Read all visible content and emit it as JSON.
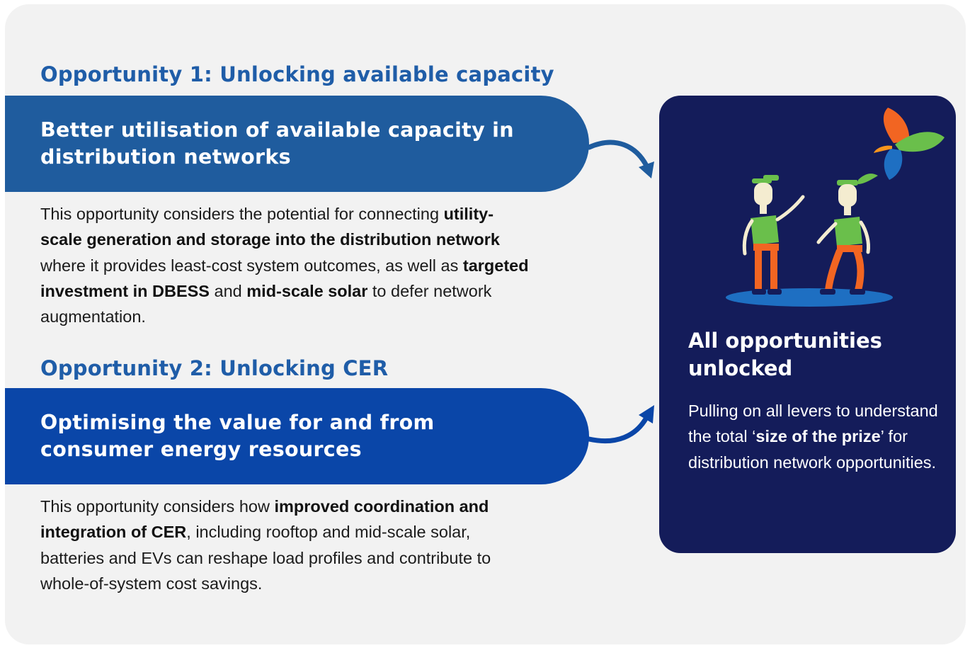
{
  "opportunity_1": {
    "heading": "Opportunity 1: Unlocking available capacity",
    "banner_line1": "Better utilisation of available capacity in",
    "banner_line2": "distribution networks",
    "description": [
      {
        "text": "This opportunity considers the potential for connecting ",
        "bold": false
      },
      {
        "text": "utility-scale generation and storage into the distribution network",
        "bold": true
      },
      {
        "text": " where it provides least-cost system outcomes, as well as ",
        "bold": false
      },
      {
        "text": "targeted investment in DBESS",
        "bold": true
      },
      {
        "text": " and ",
        "bold": false
      },
      {
        "text": "mid-scale solar",
        "bold": true
      },
      {
        "text": " to defer network augmentation.",
        "bold": false
      }
    ]
  },
  "opportunity_2": {
    "heading": "Opportunity 2: Unlocking CER",
    "banner_line1": "Optimising the value for and from",
    "banner_line2": "consumer energy resources",
    "description": [
      {
        "text": "This opportunity considers how ",
        "bold": false
      },
      {
        "text": "improved coordination and integration of CER",
        "bold": true
      },
      {
        "text": ", including rooftop and mid-scale solar, batteries and EVs can reshape load profiles and contribute to whole-of-system cost savings.",
        "bold": false
      }
    ]
  },
  "outcome": {
    "title_line1": "All opportunities",
    "title_line2": "unlocked",
    "description": [
      {
        "text": "Pulling on all levers to understand the total ‘",
        "bold": false
      },
      {
        "text": "size of the prize",
        "bold": true
      },
      {
        "text": "’ for distribution network opportunities.",
        "bold": false
      }
    ]
  },
  "icons": [
    "arrow-right-curved-icon",
    "people-celebrating-illustration",
    "logo-petals-icon"
  ],
  "colors": {
    "heading_blue": "#1f5da8",
    "banner_1": "#1f5c9e",
    "banner_2": "#0a46a8",
    "card_navy": "#141c5a",
    "logo_orange": "#f26522",
    "logo_green": "#6abf4b",
    "logo_blue": "#1e6fc2"
  }
}
